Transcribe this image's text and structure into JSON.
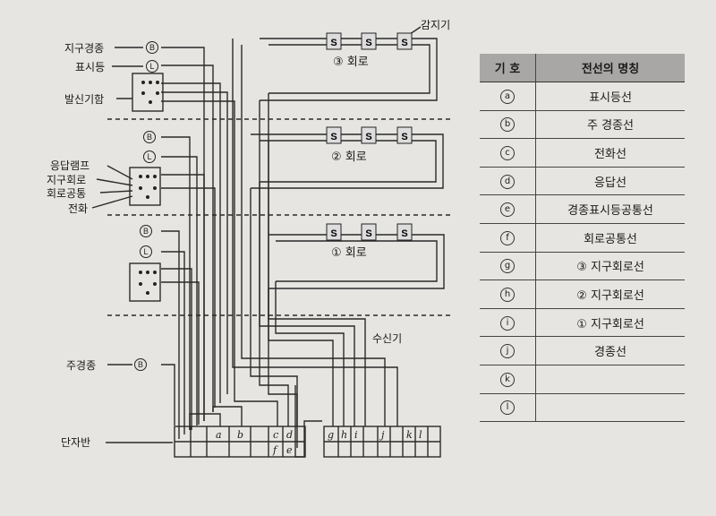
{
  "labels": {
    "ground_alarm": "지구경종",
    "indicator_lamp": "표시등",
    "transmitter": "발신기함",
    "response_lamp": "응답램프",
    "zone_circuit": "지구회로",
    "common_circuit": "회로공통",
    "phone": "전화",
    "main_alarm": "주경종",
    "terminal_board": "단자반",
    "receiver": "수신기",
    "detector": "감지기",
    "circuit3": "③ 회로",
    "circuit2": "② 회로",
    "circuit1": "① 회로"
  },
  "detector_symbol": "S",
  "bell_symbol": "B",
  "lamp_symbol": "L",
  "terminals_left": [
    "a",
    "b",
    "c",
    "d",
    "f",
    "e"
  ],
  "terminals_right": [
    "g",
    "h",
    "i",
    "j",
    "k",
    "l"
  ],
  "legend": {
    "header_symbol": "기 호",
    "header_name": "전선의 명칭",
    "rows": [
      {
        "sym": "a",
        "name": "표시등선"
      },
      {
        "sym": "b",
        "name": "주 경종선"
      },
      {
        "sym": "c",
        "name": "전화선"
      },
      {
        "sym": "d",
        "name": "응답선"
      },
      {
        "sym": "e",
        "name": "경종표시등공통선"
      },
      {
        "sym": "f",
        "name": "회로공통선"
      },
      {
        "sym": "g",
        "name": "③ 지구회로선"
      },
      {
        "sym": "h",
        "name": "② 지구회로선"
      },
      {
        "sym": "i",
        "name": "① 지구회로선"
      },
      {
        "sym": "j",
        "name": "경종선"
      },
      {
        "sym": "k",
        "name": ""
      },
      {
        "sym": "l",
        "name": ""
      }
    ]
  }
}
